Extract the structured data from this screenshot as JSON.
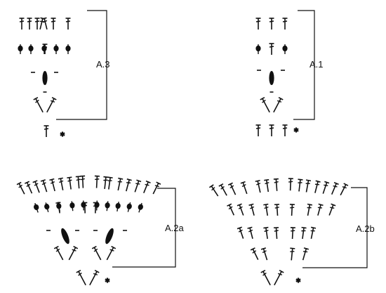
{
  "diagrams": [
    {
      "id": "a3",
      "label": "A.3"
    },
    {
      "id": "a1",
      "label": "A.1"
    },
    {
      "id": "a2a",
      "label": "A.2a"
    },
    {
      "id": "a2b",
      "label": "A.2b"
    }
  ],
  "colors": {
    "ink": "#111111",
    "background": "#ffffff"
  },
  "icons": [
    "treble-crochet-symbol",
    "bobble-symbol",
    "chain-dash-symbol",
    "v-stitch-symbol",
    "star-marker-icon"
  ]
}
